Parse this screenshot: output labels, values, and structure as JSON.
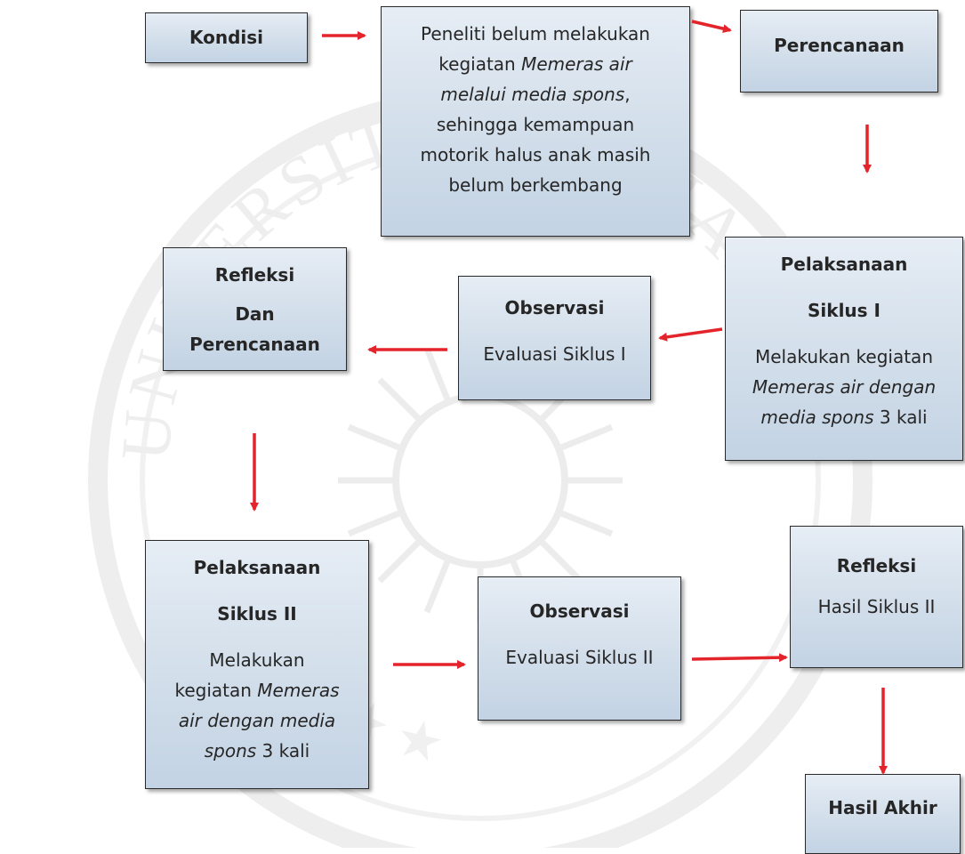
{
  "diagram": {
    "kondisi": {
      "title": "Kondisi"
    },
    "kondisi_desc": {
      "line1": "Peneliti belum melakukan",
      "line2_pre": "kegiatan ",
      "line2_em": "Memeras air",
      "line3_em": "melalui media spons",
      "line3_post": ",",
      "line4": "sehingga kemampuan",
      "line5": "motorik halus anak masih",
      "line6": "belum berkembang"
    },
    "perencanaan": {
      "title": "Perencanaan"
    },
    "pelaksanaan1": {
      "title": "Pelaksanaan",
      "subtitle": "Siklus I",
      "line1": "Melakukan kegiatan",
      "line2_em": "Memeras air dengan",
      "line3_em": "media spons",
      "line3_post": " 3 kali"
    },
    "observasi1": {
      "title": "Observasi",
      "desc": "Evaluasi Siklus I"
    },
    "refleksi1": {
      "line1": "Refleksi",
      "line2": "Dan",
      "line3": "Perencanaan"
    },
    "pelaksanaan2": {
      "title": "Pelaksanaan",
      "subtitle": "Siklus II",
      "line1": "Melakukan",
      "line2_pre": "kegiatan ",
      "line2_em": "Memeras",
      "line3_em": "air dengan media",
      "line4_em": "spons",
      "line4_post": " 3 kali"
    },
    "observasi2": {
      "title": "Observasi",
      "desc": "Evaluasi Siklus II"
    },
    "refleksi2": {
      "title": "Refleksi",
      "desc": "Hasil Siklus II"
    },
    "hasil_akhir": {
      "title": "Hasil Akhir"
    },
    "arrow_color": "#e3242b",
    "box_color": "#d3dfeb",
    "watermark_text": "UNIVERSITAS MUHAMMADIYAH PURWOKERTO"
  }
}
